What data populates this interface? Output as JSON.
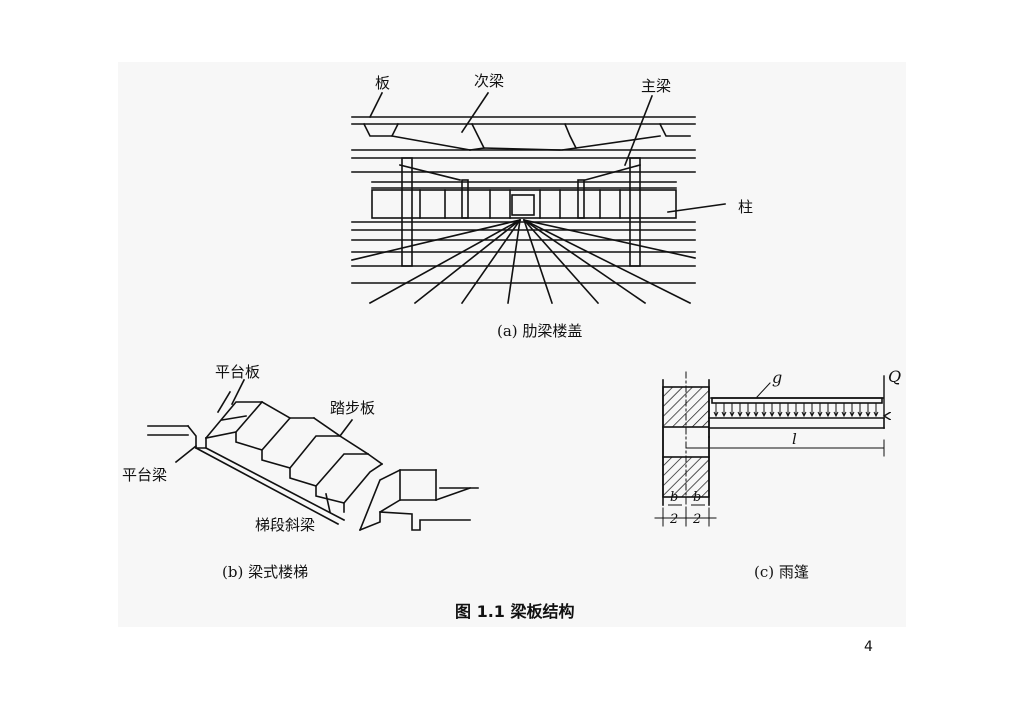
{
  "figure_a": {
    "label_slab": "板",
    "label_secondary_beam": "次梁",
    "label_main_beam": "主梁",
    "label_column": "柱",
    "caption": "(a)  肋梁楼盖"
  },
  "figure_b": {
    "label_landing_slab": "平台板",
    "label_tread_slab": "踏步板",
    "label_landing_beam": "平台梁",
    "label_stair_beam": "梯段斜梁",
    "caption": "(b)  梁式楼梯"
  },
  "figure_c": {
    "label_g": "g",
    "label_Q": "Q",
    "label_l": "l",
    "label_b": "b",
    "label_2": "2",
    "caption": "(c)  雨篷"
  },
  "figure_caption": "图 1.1    梁板结构",
  "page_number": "4"
}
